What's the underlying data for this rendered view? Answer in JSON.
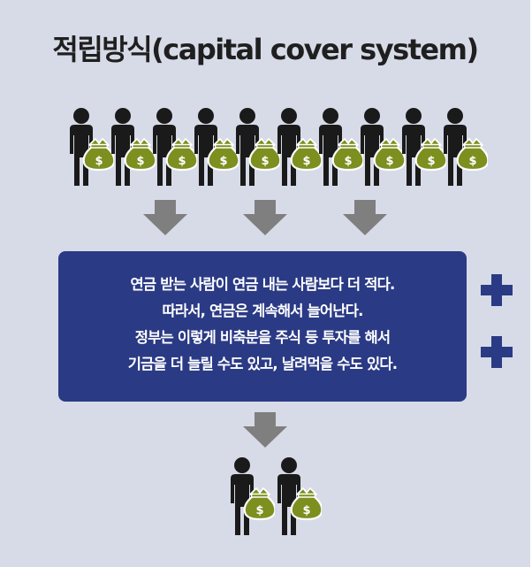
{
  "title": "적립방식(capital cover system)",
  "icons": {
    "person": "person-icon",
    "money_bag": "money-bag-icon",
    "arrow": "arrow-down-icon",
    "plus": "plus-icon"
  },
  "panel": {
    "lines": [
      "연금 받는 사람이 연금 내는 사람보다 더 적다.",
      "따라서, 연금은 계속해서 늘어난다.",
      "정부는 이렇게 비축분을 주식 등 투자를 해서",
      "기금을 더 늘릴 수도 있고, 날려먹을 수도 있다."
    ]
  },
  "top_group": {
    "people_count": 10
  },
  "bottom_group": {
    "people_count": 2
  },
  "currency_symbol": "$",
  "colors": {
    "background": "#d7dbe7",
    "panel": "#2a3a85",
    "plus": "#2a3a85",
    "arrow": "#7f7f7f",
    "person": "#1a1a1a",
    "bag": "#7c8f1f",
    "title": "#1f1f1f"
  }
}
